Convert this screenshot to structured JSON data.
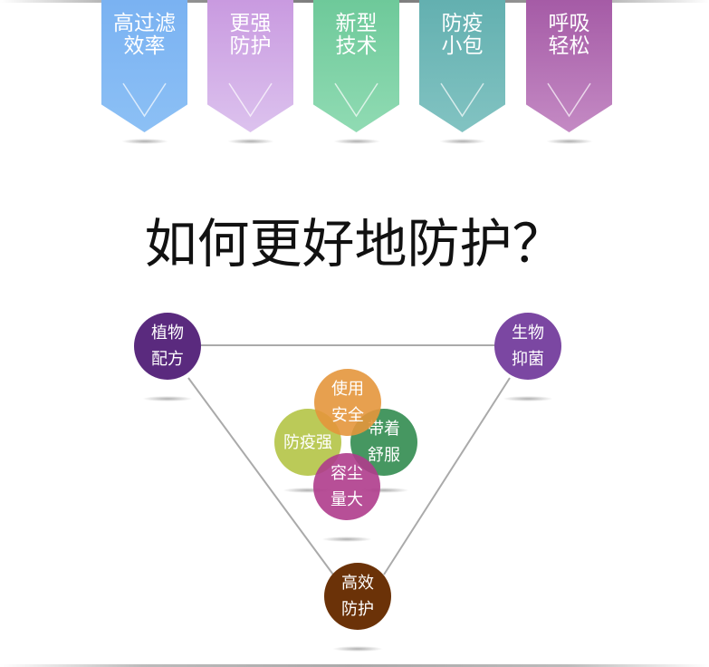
{
  "banners": [
    {
      "label_1": "高过滤",
      "label_2": "效率",
      "color_top": "#7ab2f2",
      "color_bottom": "#8cc0f5"
    },
    {
      "label_1": "更强",
      "label_2": "防护",
      "color_top": "#c99ae0",
      "color_bottom": "#dcc2ee"
    },
    {
      "label_1": "新型",
      "label_2": "技术",
      "color_top": "#6ec99a",
      "color_bottom": "#90dbb3"
    },
    {
      "label_1": "防疫",
      "label_2": "小包",
      "color_top": "#63b0b0",
      "color_bottom": "#82c3c2"
    },
    {
      "label_1": "呼吸",
      "label_2": "轻松",
      "color_top": "#a55ba6",
      "color_bottom": "#c48ac4"
    }
  ],
  "title": "如何更好地防护？",
  "corners": [
    {
      "label_1": "植物",
      "label_2": "配方",
      "color": "#5a2a7e"
    },
    {
      "label_1": "生物",
      "label_2": "抑菌",
      "color": "#7b47a2"
    },
    {
      "label_1": "高效",
      "label_2": "防护",
      "color": "#6b3208"
    }
  ],
  "center": [
    {
      "label_1": "使用",
      "label_2": "安全",
      "color": "rgba(228,150,60,0.9)"
    },
    {
      "label_1": "防疫强",
      "label_2": "",
      "color": "rgba(180,196,70,0.9)"
    },
    {
      "label_1": "带着",
      "label_2": "舒服",
      "color": "rgba(50,140,80,0.9)"
    },
    {
      "label_1": "容尘",
      "label_2": "量大",
      "color": "rgba(175,60,140,0.9)"
    }
  ]
}
